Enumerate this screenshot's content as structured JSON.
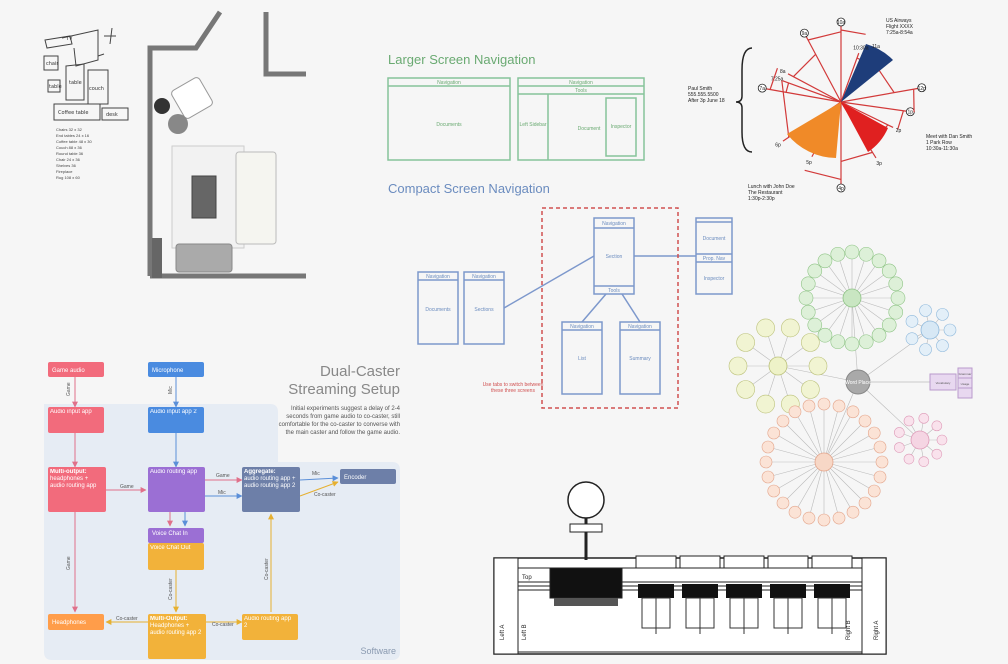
{
  "floorplan": {
    "labels": [
      "TV",
      "chair",
      "table",
      "table",
      "couch",
      "Coffee table",
      "desk"
    ],
    "notes": [
      "Chairs 32 x 32",
      "End tables 24 x 16",
      "Coffee table 48 x 30",
      "Couch 88 x 36",
      "Round table 36",
      "Chair 24 x 36",
      "Shelves 36",
      "Fireplace",
      "Rug 108 x 60"
    ]
  },
  "nav": {
    "large_title": "Larger Screen Navigation",
    "compact_title": "Compact Screen Navigation",
    "navigation": "Navigation",
    "documents": "Documents",
    "tools": "Tools",
    "left_sidebar": "Left Sidebar",
    "document": "Document",
    "inspector": "Inspector",
    "sections": "Sections",
    "section": "Section",
    "list": "List",
    "summary": "Summary",
    "prop_nav": "Prop. Nav",
    "note": "Use tabs to switch between these three screens"
  },
  "clock": {
    "hours": [
      "7a",
      "8a",
      "9a",
      "10a",
      "10:30a",
      "11a",
      "12p",
      "1p",
      "2p",
      "3p",
      "4p",
      "5p",
      "6p",
      "7:25a"
    ],
    "left_note": [
      "Paul Smith",
      "555.555.5500",
      "After 3p June 18"
    ],
    "flight": [
      "US Airways",
      "Flight XXXX",
      "7:25a-8:54a"
    ],
    "meeting": [
      "Meet with Dan Smith",
      "1 Park Row",
      "10:30a-11:30a"
    ],
    "lunch": [
      "Lunch with John Doe",
      "The Restaurant",
      "1:30p-2:30p"
    ]
  },
  "streaming": {
    "title1": "Dual-Caster",
    "title2": "Streaming Setup",
    "desc": [
      "Initial experiments suggest a delay of 2-4",
      "seconds from game audio to co-caster, still",
      "comfortable for the co-caster to converse with",
      "the main caster and follow the game audio."
    ],
    "software": "Software",
    "game_audio": "Game audio",
    "microphone": "Microphone",
    "audio_input_app": "Audio input app",
    "audio_input_app2": "Audio input app 2",
    "multi_output_title": "Multi-output:",
    "multi_output_sub": "headphones + audio routing app",
    "audio_routing_app": "Audio routing app",
    "aggregate_title": "Aggregate:",
    "aggregate_sub": "audio routing app + audio routing app 2",
    "encoder": "Encoder",
    "voice_chat_in": "Voice Chat In",
    "voice_chat_out": "Voice Chat Out",
    "headphones": "Headphones",
    "multi_output2_title": "Multi-Output:",
    "multi_output2_sub": "Headphones + audio routing app 2",
    "audio_routing_app2": "Audio routing app 2",
    "edge_game": "Game",
    "edge_mic": "Mic",
    "edge_cocaster": "Co-caster"
  },
  "mindmap": {
    "center": "Word Place",
    "side": [
      "Vocabulary",
      "Grammar",
      "Usage"
    ]
  },
  "arcade": {
    "top": "Top",
    "left_a": "Left A",
    "left_b": "Left B",
    "right_a": "Right A",
    "right_b": "Right B"
  }
}
